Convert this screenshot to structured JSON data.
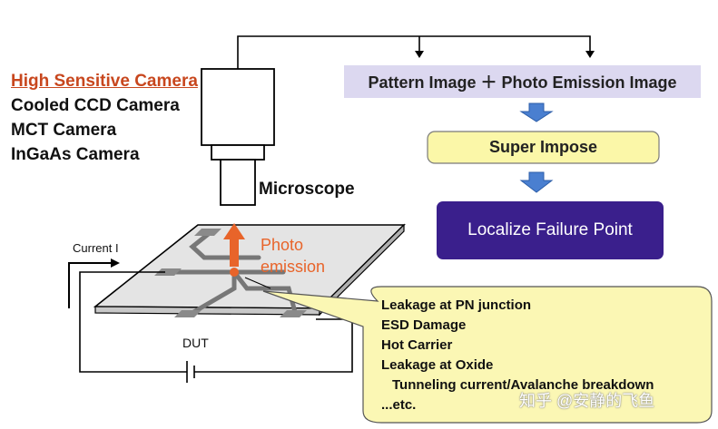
{
  "cameras": {
    "highlight": "High Sensitive Camera",
    "items": [
      "Cooled CCD Camera",
      "MCT Camera",
      "InGaAs Camera"
    ]
  },
  "labels": {
    "microscope": "Microscope",
    "photo_emission_line1": "Photo",
    "photo_emission_line2": "emission",
    "current": "Current I",
    "dut": "DUT"
  },
  "flow": {
    "pattern_image": "Pattern Image ＋ Photo Emission Image",
    "super_impose": "Super Impose",
    "localize": "Localize Failure Point"
  },
  "failure_modes": {
    "items": [
      "Leakage at PN junction",
      "ESD Damage",
      "Hot Carrier",
      "Leakage at Oxide"
    ],
    "sub_item": "Tunneling current/Avalanche breakdown",
    "etc": "...etc."
  },
  "watermark": "知乎 @安静的飞鱼",
  "colors": {
    "accent_orange": "#e8642a",
    "highlight_text": "#c8471e",
    "pattern_box": "#dcd8f0",
    "super_impose_box": "#fbf7a8",
    "localize_box": "#3a1f8c",
    "flow_arrow": "#4a7fd0",
    "bubble_fill": "#fbf7b4"
  }
}
